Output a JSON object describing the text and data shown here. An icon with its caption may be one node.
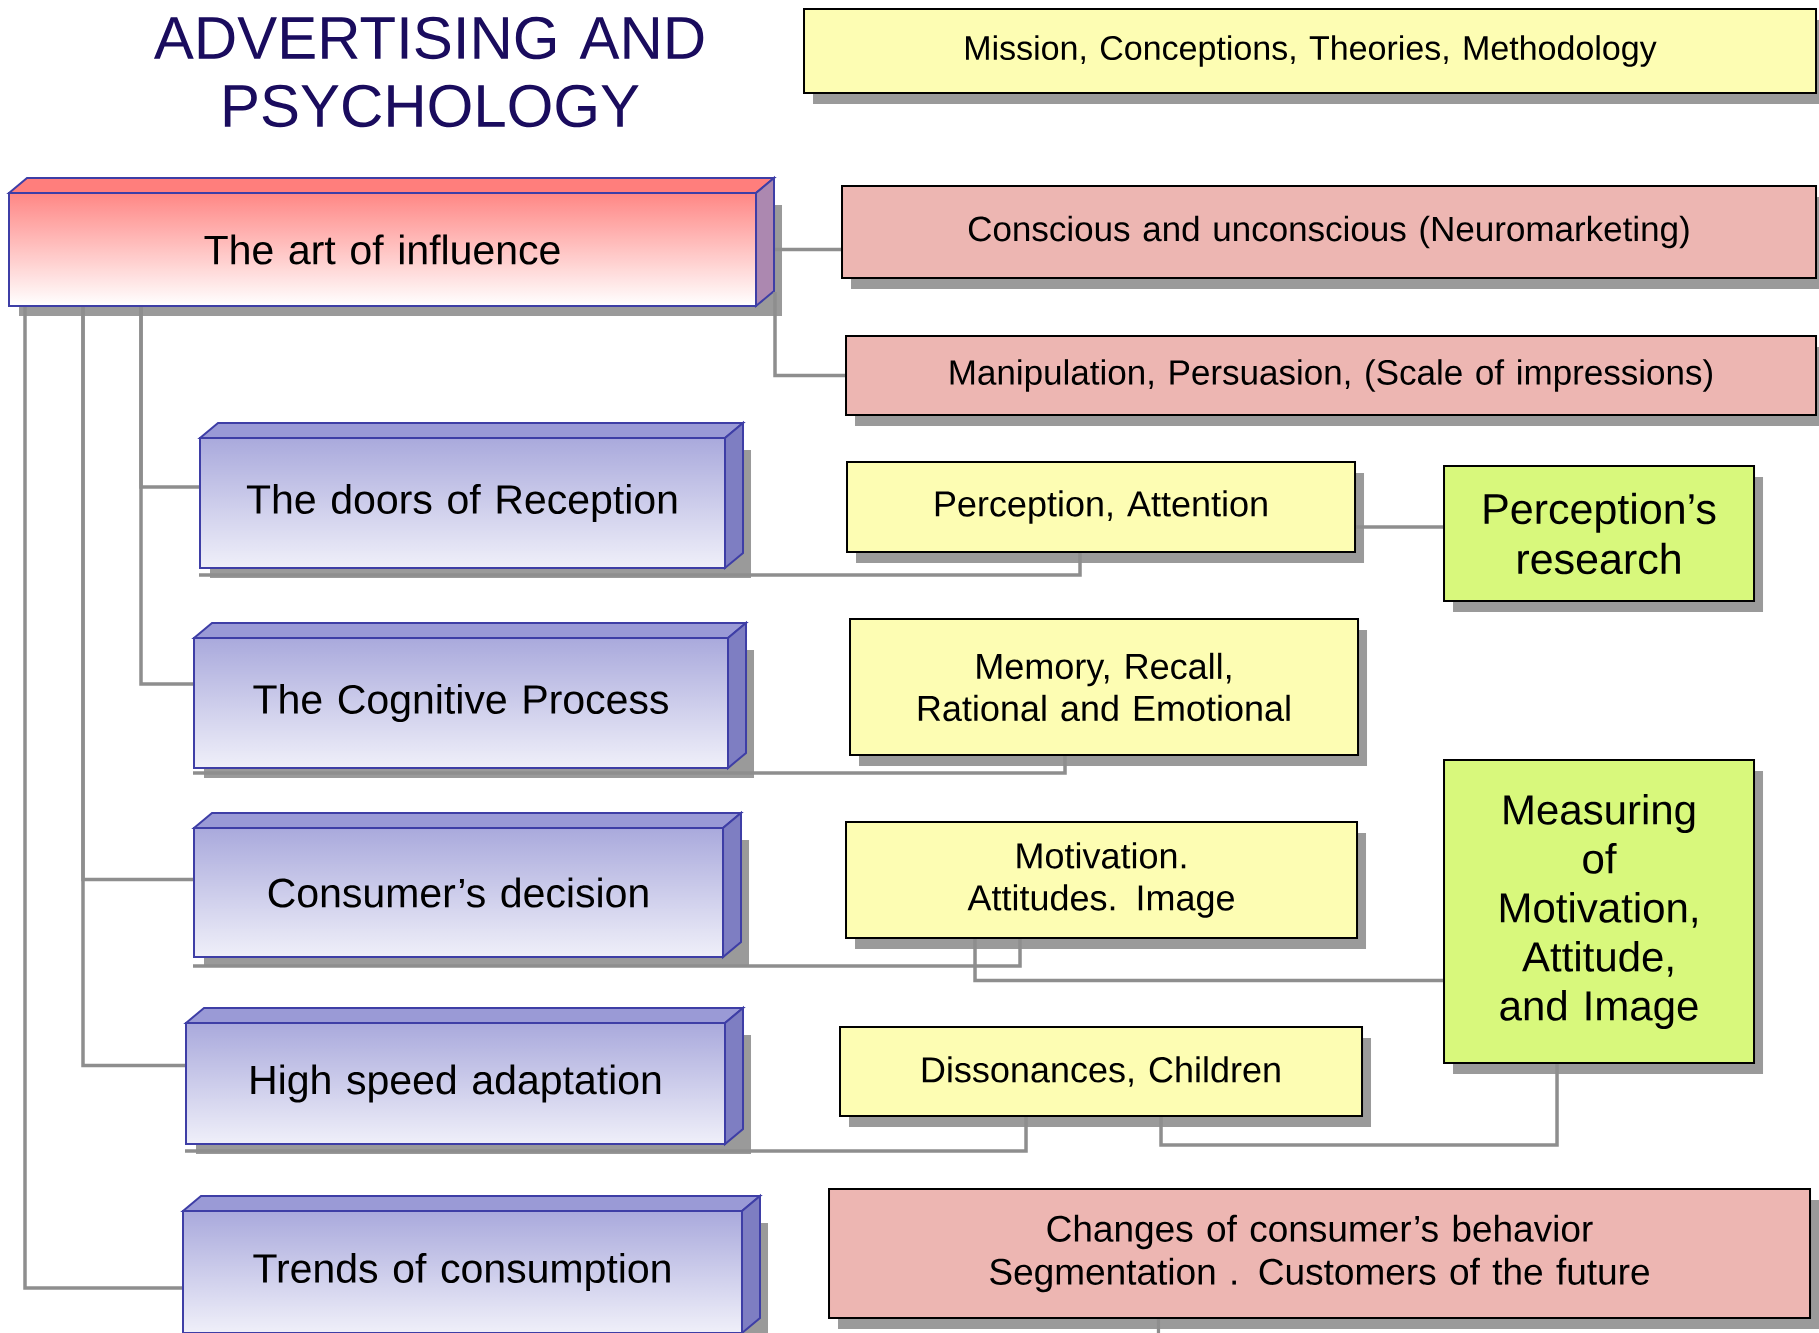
{
  "diagram": {
    "title": "ADVERTISING AND PSYCHOLOGY",
    "nodes": [
      {
        "text": [
          "Mission, Conceptions, Theories, Methodology"
        ]
      },
      {
        "text": [
          "The art of influence"
        ]
      },
      {
        "text": [
          "Conscious and unconscious (Neuromarketing)"
        ]
      },
      {
        "text": [
          "Manipulation, Persuasion, (Scale of impressions)"
        ]
      },
      {
        "text": [
          "The doors of Reception"
        ]
      },
      {
        "text": [
          "Perception, Attention"
        ]
      },
      {
        "text": [
          "Perception’s research"
        ]
      },
      {
        "text": [
          "The Cognitive Process"
        ]
      },
      {
        "text": [
          "Memory, Recall, Rational and Emotional"
        ]
      },
      {
        "text": [
          "Consumer’s decision"
        ]
      },
      {
        "text": [
          "Motivation. Attitudes. Image"
        ]
      },
      {
        "text": [
          "Measuring of Motivation, Attitude, and Image"
        ]
      },
      {
        "text": [
          "High speed adaptation"
        ]
      },
      {
        "text": [
          "Dissonances, Children"
        ]
      },
      {
        "text": [
          "Trends of consumption"
        ]
      },
      {
        "text": [
          "Changes of consumer’s behavior Segmentation . Customers of the future"
        ]
      }
    ],
    "edges": [
      {
        "from": 1,
        "to": 2,
        "arrow": "none"
      },
      {
        "from": 1,
        "to": 3,
        "arrow": "none"
      },
      {
        "from": 1,
        "to": 4,
        "arrow": "none"
      },
      {
        "from": 1,
        "to": 7,
        "arrow": "none"
      },
      {
        "from": 1,
        "to": 9,
        "arrow": "none"
      },
      {
        "from": 1,
        "to": 12,
        "arrow": "none"
      },
      {
        "from": 1,
        "to": 14,
        "arrow": "none"
      },
      {
        "from": 4,
        "to": 5,
        "arrow": "none"
      },
      {
        "from": 5,
        "to": 6,
        "arrow": "none"
      },
      {
        "from": 7,
        "to": 8,
        "arrow": "none"
      },
      {
        "from": 9,
        "to": 10,
        "arrow": "none"
      },
      {
        "from": 10,
        "to": 11,
        "arrow": "none"
      },
      {
        "from": 12,
        "to": 13,
        "arrow": "none"
      },
      {
        "from": 13,
        "to": 11,
        "arrow": "none"
      },
      {
        "from": 15,
        "to": null,
        "arrow": "none"
      }
    ]
  }
}
